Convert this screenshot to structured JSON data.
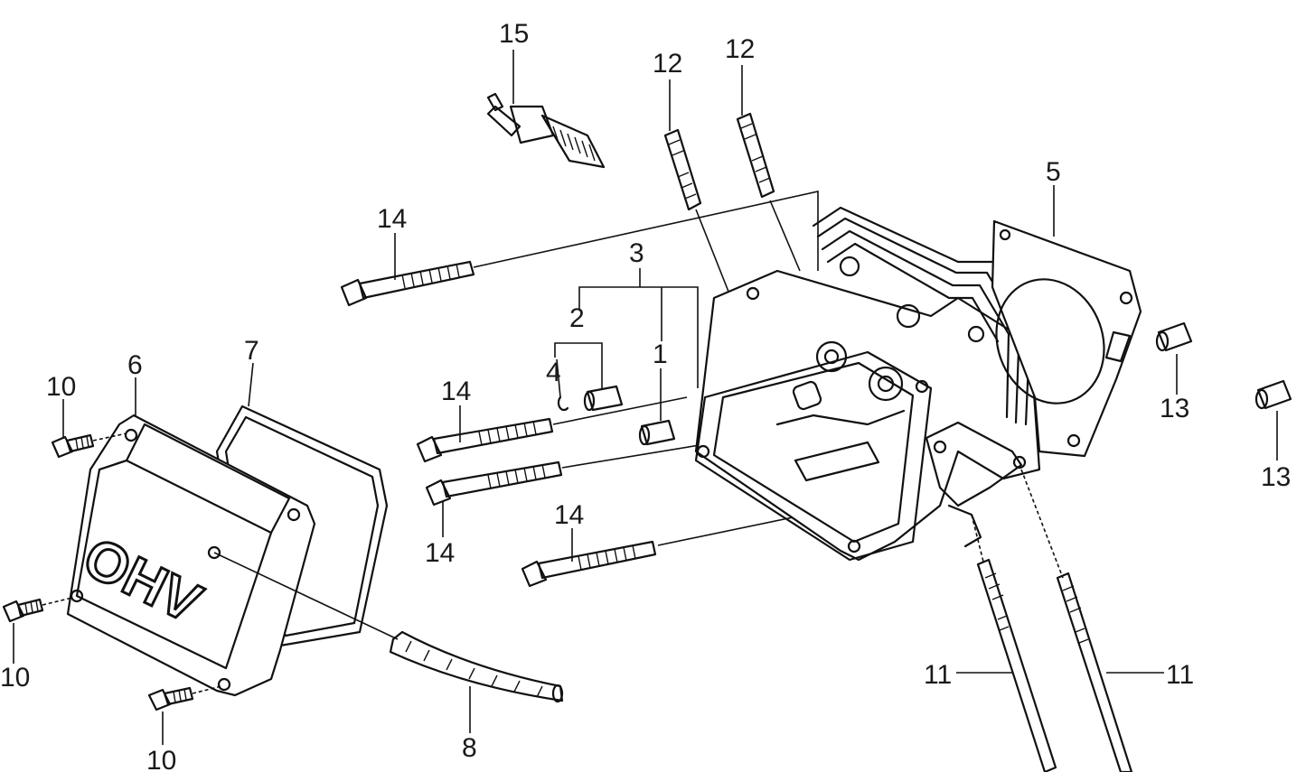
{
  "callouts": {
    "c1": "1",
    "c2": "2",
    "c3": "3",
    "c4": "4",
    "c5": "5",
    "c6": "6",
    "c7": "7",
    "c8": "8",
    "c10a": "10",
    "c10b": "10",
    "c10c": "10",
    "c11a": "11",
    "c11b": "11",
    "c12a": "12",
    "c12b": "12",
    "c13a": "13",
    "c13b": "13",
    "c14a": "14",
    "c14b": "14",
    "c14c": "14",
    "c14d": "14",
    "c15": "15"
  },
  "cover_text": "OHV",
  "colors": {
    "ink": "#111111",
    "background": "#ffffff"
  }
}
